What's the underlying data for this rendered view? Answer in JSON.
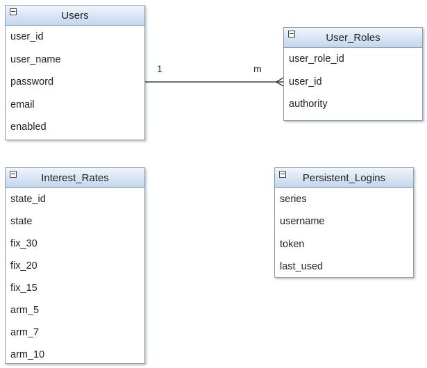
{
  "tables": {
    "users": {
      "name": "Users",
      "fields": [
        "user_id",
        "user_name",
        "password",
        "email",
        "enabled"
      ]
    },
    "user_roles": {
      "name": "User_Roles",
      "fields": [
        "user_role_id",
        "user_id",
        "authority"
      ]
    },
    "interest_rates": {
      "name": "Interest_Rates",
      "fields": [
        "state_id",
        "state",
        "fix_30",
        "fix_20",
        "fix_15",
        "arm_5",
        "arm_7",
        "arm_10"
      ]
    },
    "persistent_logins": {
      "name": "Persistent_Logins",
      "fields": [
        "series",
        "username",
        "token",
        "last_used"
      ]
    }
  },
  "relationship": {
    "from_table": "Users",
    "to_table": "User_Roles",
    "from_cardinality": "1",
    "to_cardinality": "m",
    "line_color": "#1a1a1a"
  },
  "style": {
    "header_gradient_top": "#f1f6fc",
    "header_gradient_bottom": "#c3d6ee",
    "border_color": "#8a9fb3"
  },
  "icons": {
    "collapse": "collapse-minus-icon",
    "relationship_end": "crows-foot-many-icon"
  }
}
